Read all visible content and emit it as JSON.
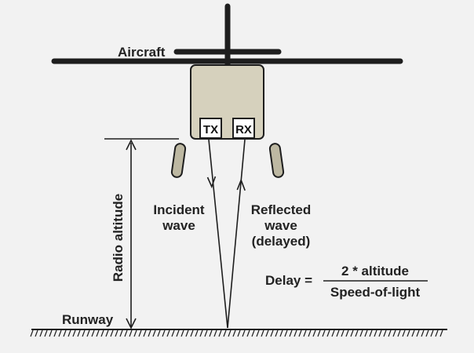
{
  "labels": {
    "aircraft": "Aircraft",
    "tx": "TX",
    "rx": "RX",
    "radio_altitude": "Radio altitude",
    "incident_line1": "Incident",
    "incident_line2": "wave",
    "reflected_line1": "Reflected",
    "reflected_line2": "wave",
    "reflected_line3": "(delayed)",
    "runway": "Runway"
  },
  "formula": {
    "lhs": "Delay =",
    "numerator": "2 * altitude",
    "denominator": "Speed-of-light"
  },
  "colors": {
    "background": "#f2f2f2",
    "fuselage": "#d6d1bd",
    "wheel": "#bdb8a2",
    "ink": "#1e1e1e"
  }
}
